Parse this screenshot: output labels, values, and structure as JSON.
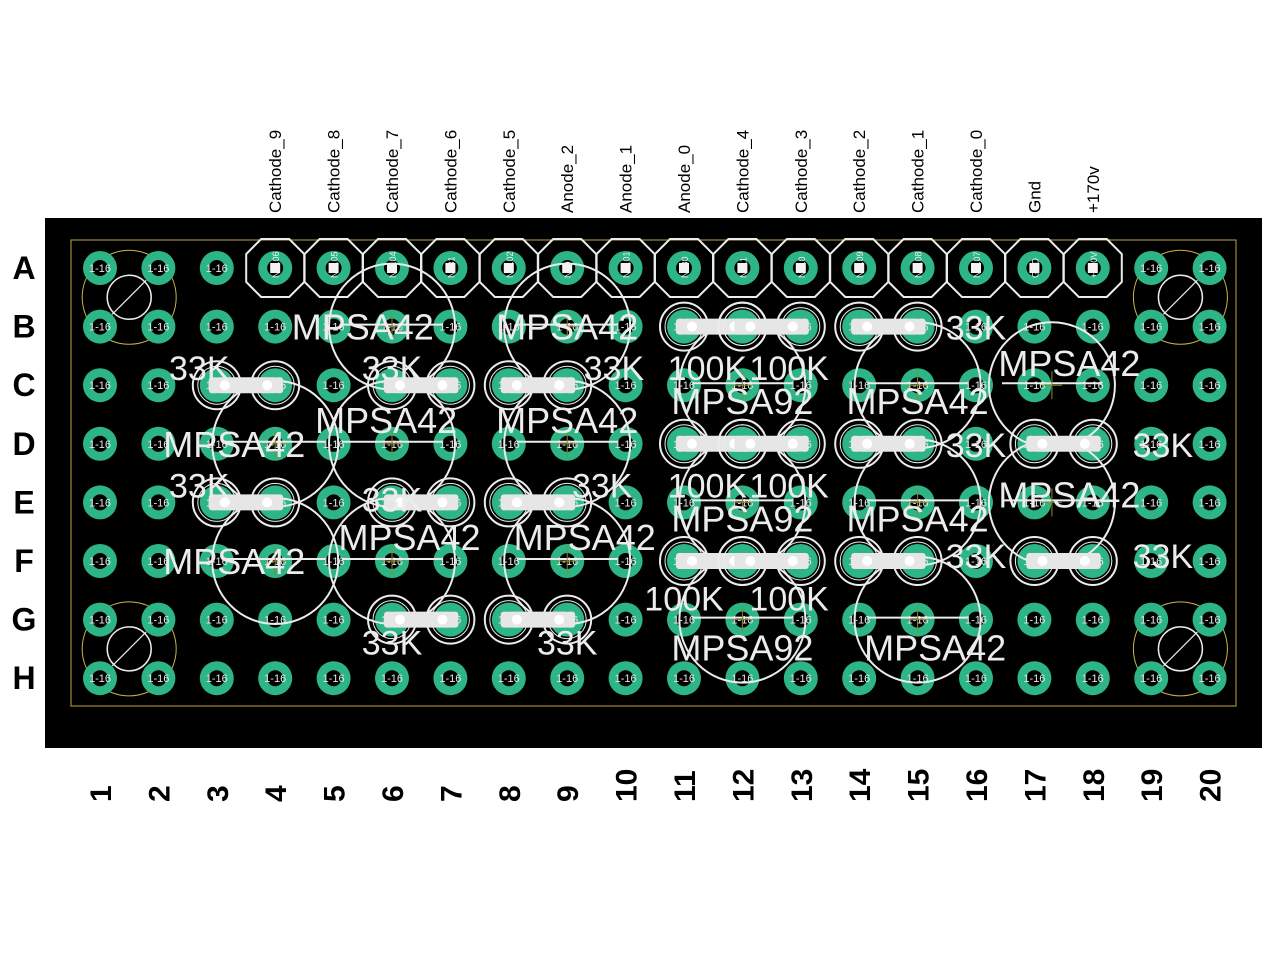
{
  "board": {
    "header_labels": [
      "Cathode_9",
      "Cathode_8",
      "Cathode_7",
      "Cathode_6",
      "Cathode_5",
      "Anode_2",
      "Anode_1",
      "Anode_0",
      "Cathode_4",
      "Cathode_3",
      "Cathode_2",
      "Cathode_1",
      "Cathode_0",
      "Gnd",
      "+170v"
    ],
    "row_labels": [
      "A",
      "B",
      "C",
      "D",
      "E",
      "F",
      "G",
      "H"
    ],
    "column_labels": [
      "1",
      "2",
      "3",
      "4",
      "5",
      "6",
      "7",
      "8",
      "9",
      "10",
      "11",
      "12",
      "13",
      "14",
      "15",
      "16",
      "17",
      "18",
      "19",
      "20"
    ],
    "pad_label": "1-16",
    "header_pad_tags": [
      "N$106",
      "N$105",
      "N$104",
      "N$31",
      "N$102",
      "N$9",
      "N$101",
      "N$30",
      "N$11",
      "N$10",
      "N$109",
      "N$108",
      "N$107",
      "GND",
      "+170V"
    ],
    "resistors": [
      {
        "value": "33K",
        "row": "C",
        "from": 3,
        "to": 4,
        "label_col": 2.7,
        "label_row": "C",
        "label_dy": -18
      },
      {
        "value": "33K",
        "row": "E",
        "from": 3,
        "to": 4,
        "label_col": 2.7,
        "label_row": "E",
        "label_dy": -18
      },
      {
        "value": "33K",
        "row": "C",
        "from": 6,
        "to": 7,
        "label_col": 6,
        "label_row": "C",
        "label_dy": -18
      },
      {
        "value": "33K",
        "row": "E",
        "from": 6,
        "to": 7,
        "label_col": 6,
        "label_row": "E",
        "label_dy": -4
      },
      {
        "value": "33K",
        "row": "G",
        "from": 6,
        "to": 7,
        "label_col": 6,
        "label_row": "G",
        "label_dy": 22
      },
      {
        "value": "33K",
        "row": "C",
        "from": 8,
        "to": 9,
        "label_col": 9.8,
        "label_row": "C",
        "label_dy": -18
      },
      {
        "value": "33K",
        "row": "E",
        "from": 8,
        "to": 9,
        "label_col": 9.6,
        "label_row": "E",
        "label_dy": -18
      },
      {
        "value": "33K",
        "row": "G",
        "from": 8,
        "to": 9,
        "label_col": 9,
        "label_row": "G",
        "label_dy": 22
      },
      {
        "value": "100K",
        "row": "B",
        "from": 11,
        "to": 12,
        "label_col": 11.4,
        "label_row": "C",
        "label_dy": -18
      },
      {
        "value": "100K",
        "row": "B",
        "from": 12,
        "to": 13,
        "label_col": 12.8,
        "label_row": "C",
        "label_dy": -18
      },
      {
        "value": "100K",
        "row": "D",
        "from": 11,
        "to": 12,
        "label_col": 11.4,
        "label_row": "E",
        "label_dy": -18
      },
      {
        "value": "100K",
        "row": "D",
        "from": 12,
        "to": 13,
        "label_col": 12.8,
        "label_row": "E",
        "label_dy": -18
      },
      {
        "value": "100K",
        "row": "F",
        "from": 11,
        "to": 12,
        "label_col": 11,
        "label_row": "G",
        "label_dy": -22
      },
      {
        "value": "100K",
        "row": "F",
        "from": 12,
        "to": 13,
        "label_col": 12.8,
        "label_row": "G",
        "label_dy": -22
      },
      {
        "value": "33K",
        "row": "B",
        "from": 14,
        "to": 15,
        "label_col": 16,
        "label_row": "B",
        "label_dy": 0
      },
      {
        "value": "33K",
        "row": "D",
        "from": 14,
        "to": 15,
        "label_col": 16,
        "label_row": "D",
        "label_dy": 0
      },
      {
        "value": "33K",
        "row": "F",
        "from": 14,
        "to": 15,
        "label_col": 16,
        "label_row": "F",
        "label_dy": -6
      },
      {
        "value": "33K",
        "row": "D",
        "from": 17,
        "to": 18,
        "label_col": 19.2,
        "label_row": "D",
        "label_dy": 0
      },
      {
        "value": "33K",
        "row": "F",
        "from": 17,
        "to": 18,
        "label_col": 19.2,
        "label_row": "F",
        "label_dy": -6
      }
    ],
    "transistors": [
      {
        "value": "MPSA42",
        "col": 6,
        "row": "B",
        "label_col": 5.5,
        "label_row": "B",
        "label_dy": 0
      },
      {
        "value": "MPSA42",
        "col": 9,
        "row": "B",
        "label_col": 9,
        "label_row": "B",
        "label_dy": 0
      },
      {
        "value": "MPSA42",
        "col": 4,
        "row": "D",
        "label_col": 3.3,
        "label_row": "D",
        "label_dy": 0
      },
      {
        "value": "MPSA42",
        "col": 6,
        "row": "D",
        "label_col": 5.9,
        "label_row": "D",
        "label_dy": -24
      },
      {
        "value": "MPSA42",
        "col": 9,
        "row": "D",
        "label_col": 9,
        "label_row": "D",
        "label_dy": -24
      },
      {
        "value": "MPSA42",
        "col": 4,
        "row": "F",
        "label_col": 3.3,
        "label_row": "F",
        "label_dy": 0
      },
      {
        "value": "MPSA42",
        "col": 6,
        "row": "F",
        "label_col": 6.3,
        "label_row": "F",
        "label_dy": -24
      },
      {
        "value": "MPSA42",
        "col": 9,
        "row": "F",
        "label_col": 9.3,
        "label_row": "F",
        "label_dy": -24
      },
      {
        "value": "MPSA92",
        "col": 12,
        "row": "C",
        "label_col": 12,
        "label_row": "C",
        "label_dy": 16
      },
      {
        "value": "MPSA92",
        "col": 12,
        "row": "E",
        "label_col": 12,
        "label_row": "E",
        "label_dy": 16
      },
      {
        "value": "MPSA92",
        "col": 12,
        "row": "G",
        "label_col": 12,
        "label_row": "G",
        "label_dy": 28
      },
      {
        "value": "MPSA42",
        "col": 15,
        "row": "C",
        "label_col": 15,
        "label_row": "C",
        "label_dy": 16
      },
      {
        "value": "MPSA42",
        "col": 15,
        "row": "E",
        "label_col": 15,
        "label_row": "E",
        "label_dy": 16
      },
      {
        "value": "MPSA42",
        "col": 15,
        "row": "G",
        "label_col": 15.3,
        "label_row": "G",
        "label_dy": 28
      },
      {
        "value": "MPSA42",
        "col": 17.3,
        "row": "C",
        "label_col": 17.6,
        "label_row": "C",
        "label_dy": -22
      },
      {
        "value": "MPSA42",
        "col": 17.3,
        "row": "E",
        "label_col": 17.6,
        "label_row": "E",
        "label_dy": -8
      }
    ],
    "colors": {
      "board": "#000000",
      "pad": "#2db585",
      "silkscreen": "#ececec",
      "outline": "#a08a3a",
      "mount_hole": "#c8b44a"
    }
  }
}
